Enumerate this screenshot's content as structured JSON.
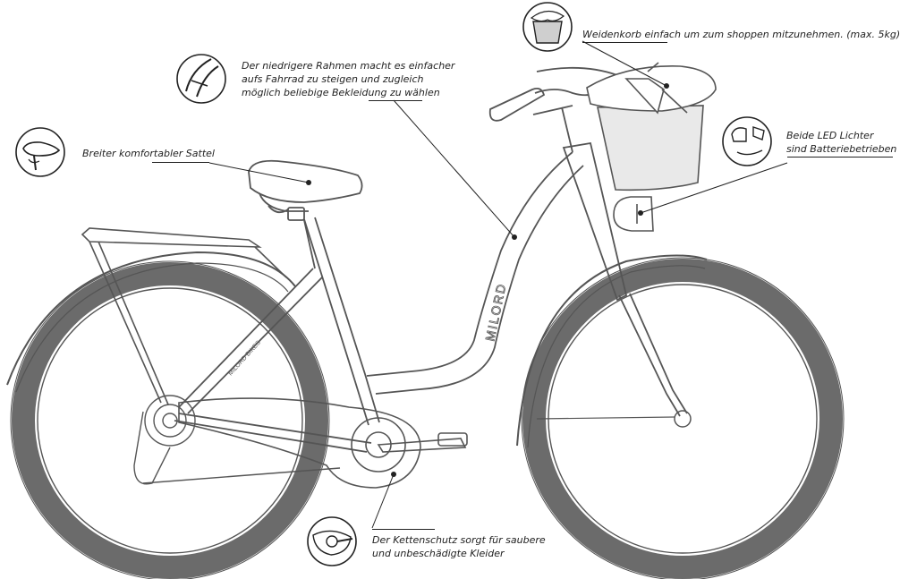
{
  "callouts": {
    "rahmen": {
      "icon": "step-through-frame-icon",
      "lines": [
        "Der niedrigere Rahmen macht es einfacher",
        "aufs Fahrrad zu steigen und zugleich",
        "möglich beliebige Bekleidung zu wählen"
      ]
    },
    "sattel": {
      "icon": "saddle-icon",
      "lines": [
        "Breiter komfortabler Sattel"
      ]
    },
    "korb": {
      "icon": "wicker-basket-icon",
      "lines": [
        "Weidenkorb einfach um zum shoppen mitzunehmen. (max. 5kg)"
      ]
    },
    "led": {
      "icon": "led-lights-icon",
      "lines": [
        "Beide LED Lichter",
        "sind Batteriebetrieben"
      ]
    },
    "kette": {
      "icon": "chain-guard-icon",
      "lines": [
        "Der Kettenschutz sorgt für saubere",
        "und unbeschädigte Kleider"
      ]
    }
  },
  "frame_branding": {
    "downtube": "MILORD",
    "seattube": "MILORD BIKES"
  },
  "colors": {
    "line": "#555555",
    "tire": "#6b6b6b",
    "text": "#222222"
  }
}
